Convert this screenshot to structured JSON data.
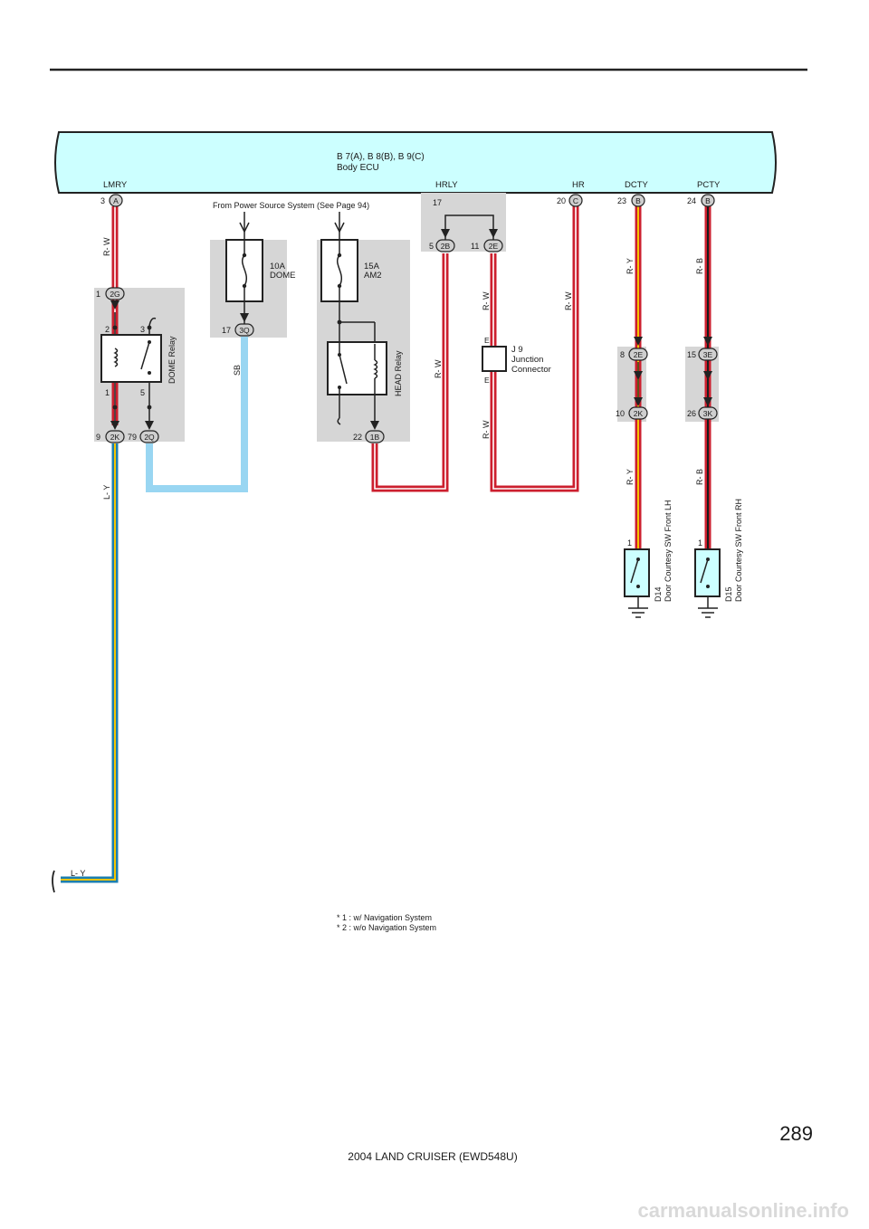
{
  "ecu": {
    "title_line1": "B 7(A), B 8(B), B 9(C)",
    "title_line2": "Body ECU",
    "terminals": {
      "lmry": "LMRY",
      "hrly": "HRLY",
      "hr": "HR",
      "dcty": "DCTY",
      "pcty": "PCTY"
    }
  },
  "power_source_note": "From Power Source System (See Page 94)",
  "fuses": {
    "dome": {
      "rating": "10A",
      "name": "DOME"
    },
    "am2": {
      "rating": "15A",
      "name": "AM2"
    }
  },
  "relays": {
    "dome": "DOME Relay",
    "head": "HEAD Relay"
  },
  "junction": {
    "line1": "J 9",
    "line2": "Junction",
    "line3": "Connector",
    "pin_top": "E",
    "pin_bottom": "E"
  },
  "switches": {
    "d14": {
      "code": "D14",
      "name": "Door Courtesy SW Front LH"
    },
    "d15": {
      "code": "D15",
      "name": "Door Courtesy SW Front RH"
    }
  },
  "connectors": {
    "lmry_ecu": {
      "pin": "3",
      "code": "A"
    },
    "dome_relay_in": {
      "pin": "1",
      "code": "2G"
    },
    "dome_relay_out_l": {
      "pin": "9",
      "code": "2K"
    },
    "dome_relay_out_r": {
      "pin": "79",
      "code": "2Q"
    },
    "dome_fuse_out": {
      "pin": "17",
      "code": "3Q"
    },
    "head_relay_out": {
      "pin": "22",
      "code": "1B"
    },
    "hrly_left": {
      "pin": "5",
      "code": "2B"
    },
    "hrly_right": {
      "pin": "11",
      "code": "2E"
    },
    "hrly_top_pin": "17",
    "hr_ecu": {
      "pin": "20",
      "code": "C"
    },
    "dcty_ecu": {
      "pin": "23",
      "code": "B"
    },
    "pcty_ecu": {
      "pin": "24",
      "code": "B"
    },
    "dcty_mid_top": {
      "pin": "8",
      "code": "2E"
    },
    "dcty_mid_bottom": {
      "pin": "10",
      "code": "2K"
    },
    "pcty_mid_top": {
      "pin": "15",
      "code": "3E"
    },
    "pcty_mid_bottom": {
      "pin": "26",
      "code": "3K"
    },
    "d14_pin": "1",
    "d15_pin": "1"
  },
  "relay_pins": {
    "p2": "2",
    "p3": "3",
    "p1": "1",
    "p5": "5"
  },
  "wires": {
    "lmry_top": "R- W",
    "lmry_bottom": "L- Y",
    "lmry_end": "L- Y",
    "dome_fuse": "SB",
    "hrly_left": "R- W",
    "hrly_right_top": "R- W",
    "hrly_right_bottom": "R- W",
    "hr": "R- W",
    "dcty_top": "R- Y",
    "dcty_bottom": "R- Y",
    "pcty_top": "R- B",
    "pcty_bottom": "R- B"
  },
  "notes": {
    "n1": "*  1 : w/ Navigation System",
    "n2": "*  2 : w/o Navigation System"
  },
  "page_number": "289",
  "footer": "2004 LAND CRUISER (EWD548U)",
  "watermark": "carmanualsonline.info",
  "colors": {
    "ecu_fill": "#ccffff",
    "box_fill": "#d6d6d6",
    "red_wire": "#cc1f2e",
    "red_core": "#ffffff",
    "yellow_stripe": "#f5c400",
    "blue_wire": "#1c7fb0",
    "sky_wire": "#99d6f2",
    "connector_fill": "#cfcfcf"
  }
}
